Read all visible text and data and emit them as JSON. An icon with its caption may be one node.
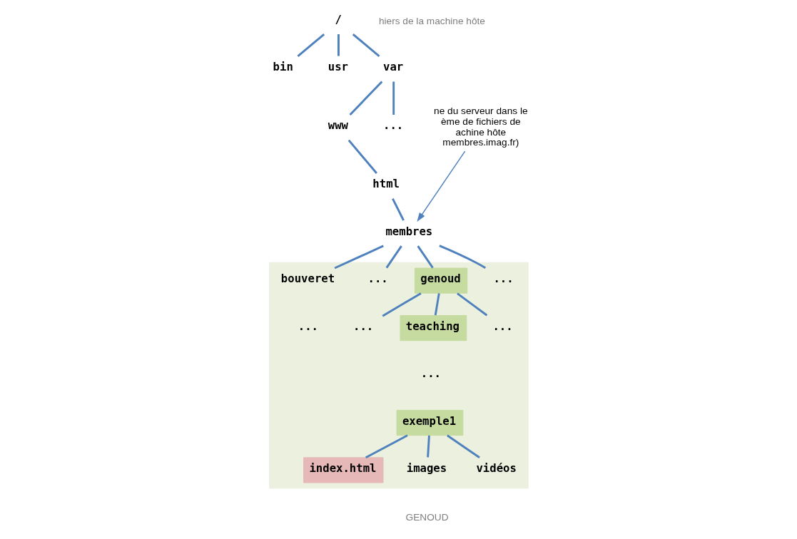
{
  "diagram": {
    "nodes": [
      {
        "text": [
          "/"
        ]
      },
      {
        "text": [
          "bin"
        ]
      },
      {
        "text": [
          "usr"
        ]
      },
      {
        "text": [
          "var"
        ]
      },
      {
        "text": [
          "www"
        ]
      },
      {
        "text": [
          "..."
        ]
      },
      {
        "text": [
          "html"
        ]
      },
      {
        "text": [
          "ne du serveur dans le ème de fichiers de achine hôte membres.imag.fr)"
        ]
      },
      {
        "text": [
          "membres"
        ]
      },
      {
        "text": [],
        "shape": "polygon"
      },
      {
        "text": [
          "bouveret"
        ],
        "in": 9
      },
      {
        "text": [
          "..."
        ],
        "in": 9
      },
      {
        "text": [
          "genoud"
        ],
        "in": 9
      },
      {
        "text": [
          "..."
        ],
        "in": 9
      },
      {
        "text": [
          "..."
        ],
        "in": 9
      },
      {
        "text": [
          "teaching"
        ],
        "in": 9
      },
      {
        "text": [
          "..."
        ],
        "in": 9
      },
      {
        "text": [
          "exemple1"
        ],
        "in": 9
      },
      {
        "text": [
          "index.html"
        ],
        "in": 9
      },
      {
        "text": [
          "images"
        ],
        "in": 9
      },
      {
        "text": [
          "vidéos"
        ],
        "in": 9
      }
    ],
    "edges": [
      {
        "from": 0,
        "to": 1,
        "arrow": "none"
      },
      {
        "from": 0,
        "to": 2,
        "arrow": "none"
      },
      {
        "from": 0,
        "to": 3,
        "arrow": "none"
      },
      {
        "from": 3,
        "to": 4,
        "arrow": "none"
      },
      {
        "from": 3,
        "to": 5,
        "arrow": "none"
      },
      {
        "from": 4,
        "to": 6,
        "arrow": "none"
      },
      {
        "from": 6,
        "to": 8,
        "arrow": "none"
      },
      {
        "from": 7,
        "to": 8,
        "arrow": "to"
      },
      {
        "from": 8,
        "to": 10,
        "arrow": "none"
      },
      {
        "from": 8,
        "to": 11,
        "arrow": "none"
      },
      {
        "from": 8,
        "to": 12,
        "arrow": "none"
      },
      {
        "from": 8,
        "to": 13,
        "arrow": "none"
      },
      {
        "from": 12,
        "to": 14,
        "arrow": "none"
      },
      {
        "from": 12,
        "to": 15,
        "arrow": "none"
      },
      {
        "from": 12,
        "to": 16,
        "arrow": "none"
      },
      {
        "from": 17,
        "to": 18,
        "arrow": "none"
      },
      {
        "from": 17,
        "to": 19,
        "arrow": "none"
      },
      {
        "from": 17,
        "to": 20,
        "arrow": "none"
      }
    ],
    "labels": [
      "hiers de la machine hôte",
      "...",
      "...",
      "GENOUD"
    ]
  }
}
